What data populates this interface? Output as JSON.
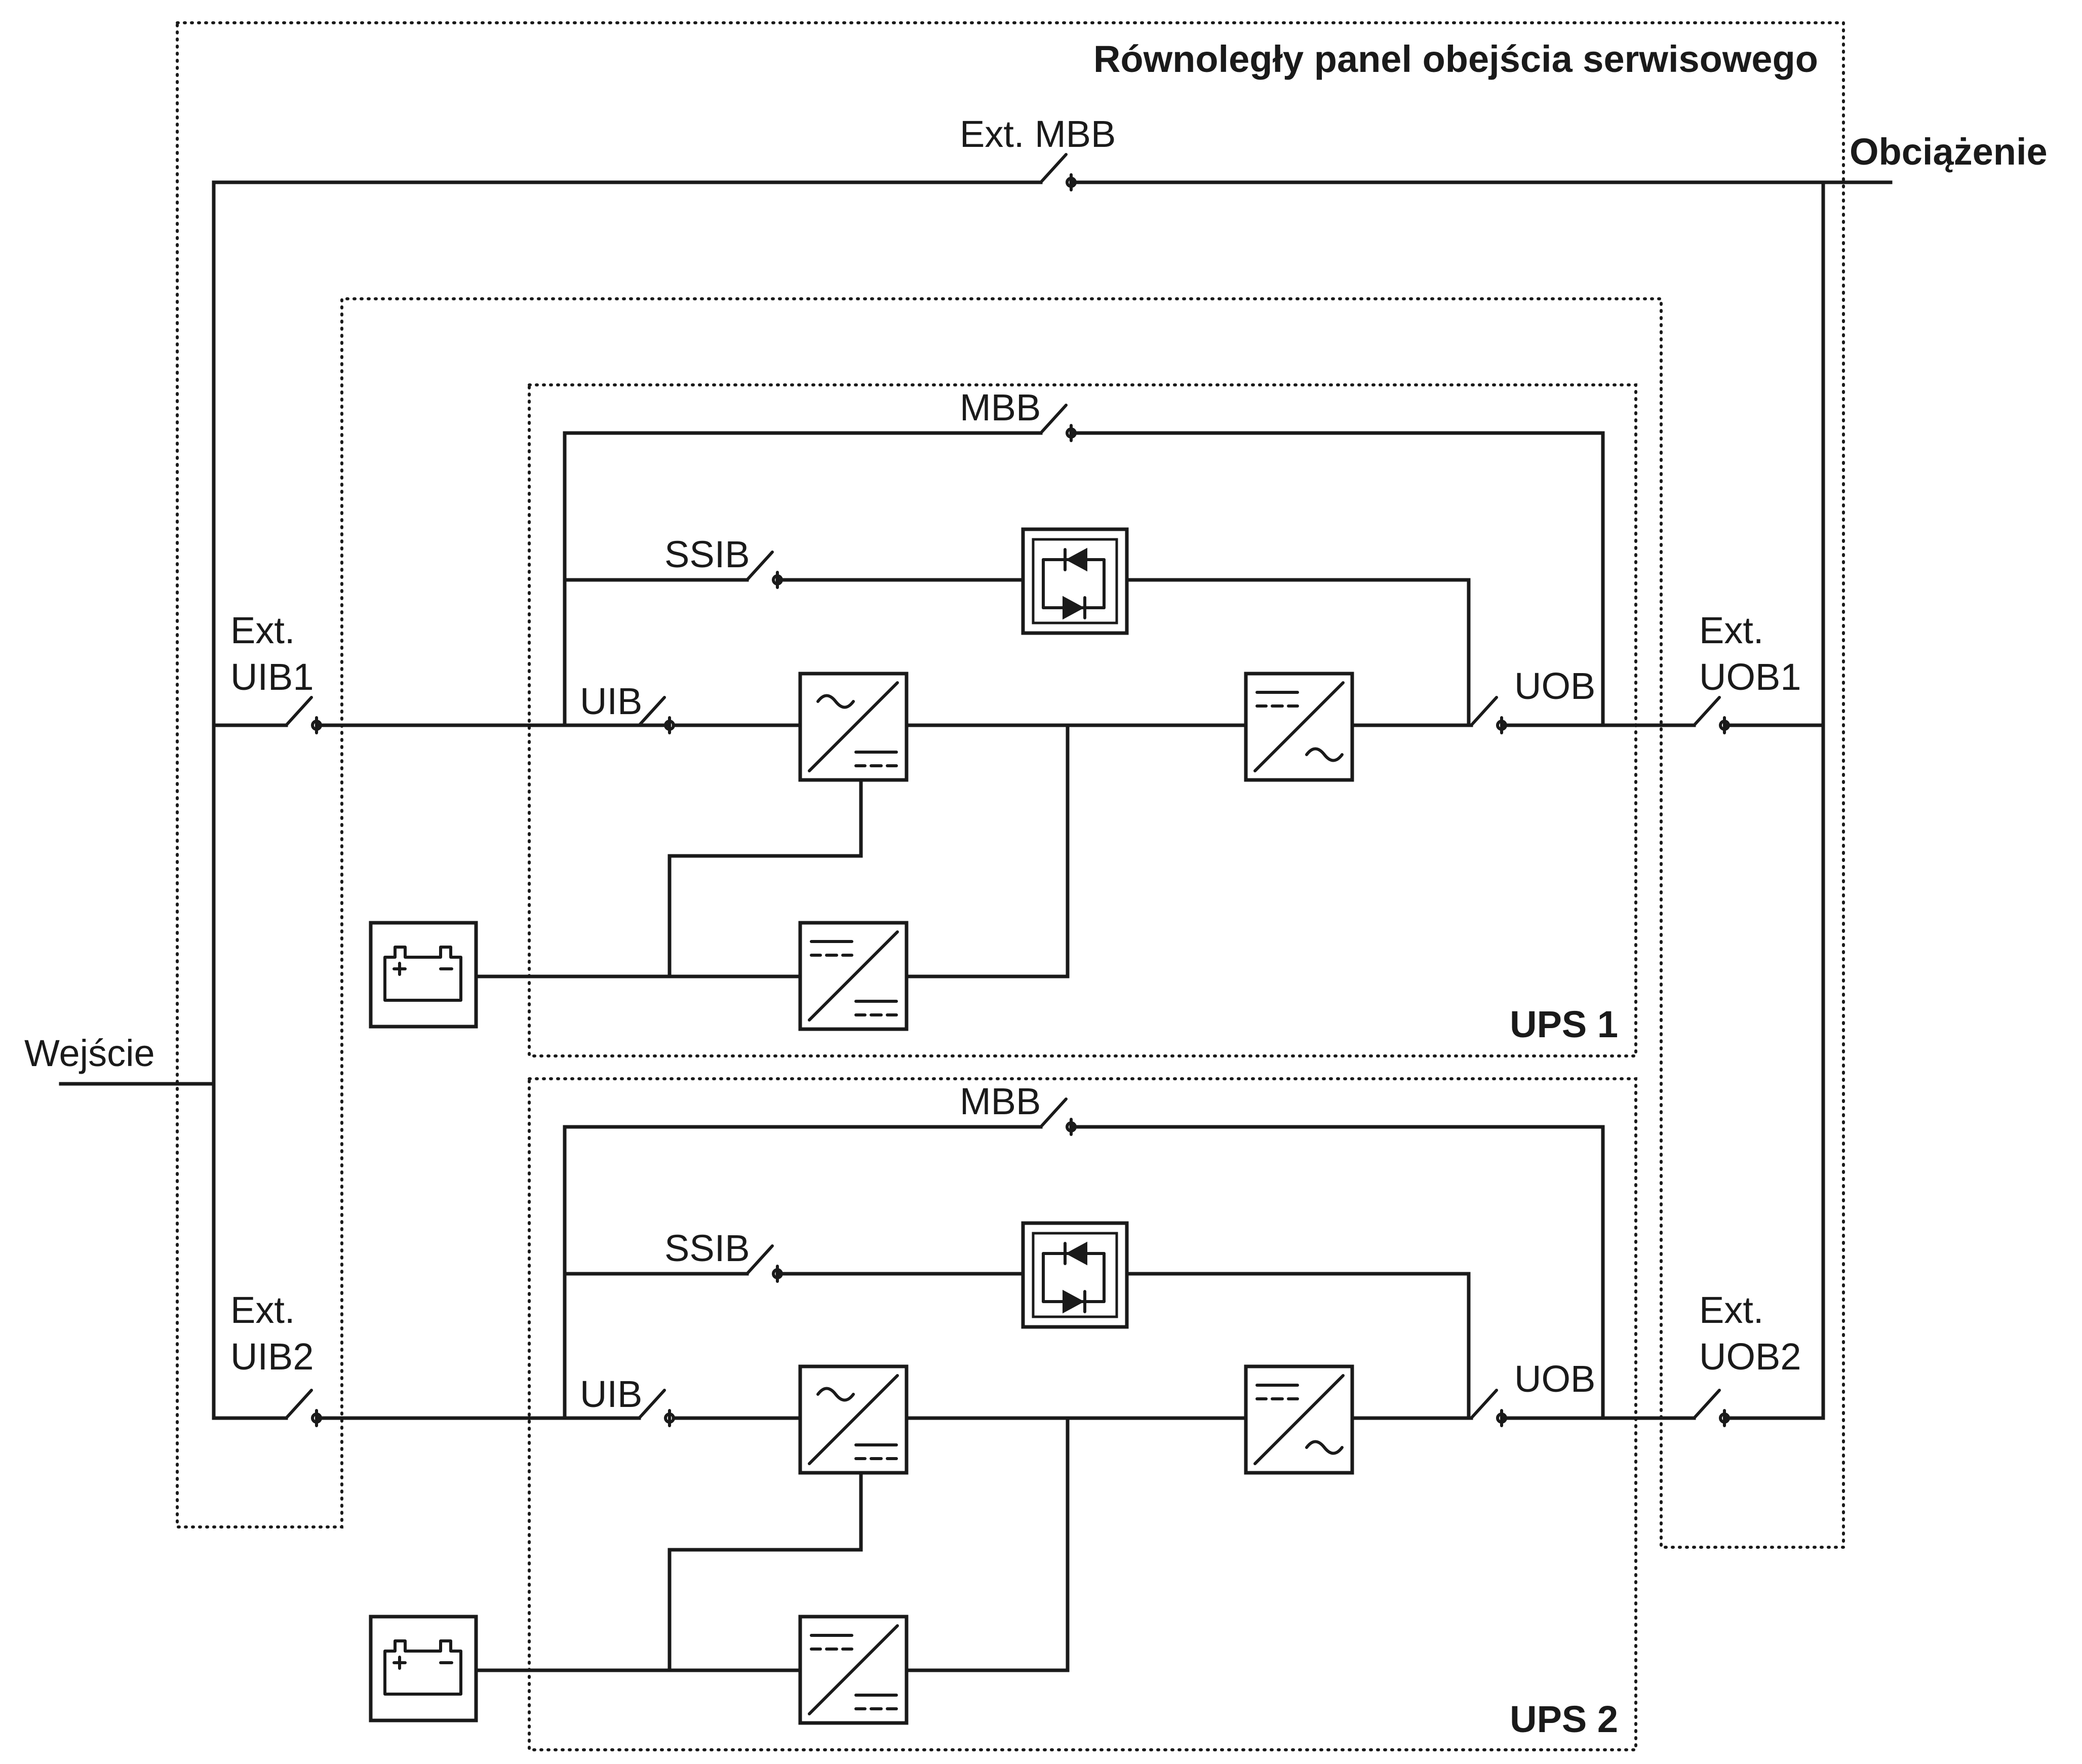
{
  "diagram": {
    "panel_title": "Równoległy panel obejścia serwisowego",
    "input_label": "Wejście",
    "load_label": "Obciążenie",
    "ext_mbb_label": "Ext. MBB",
    "ext_uib1_line1": "Ext.",
    "ext_uib1_line2": "UIB1",
    "ext_uib2_line1": "Ext.",
    "ext_uib2_line2": "UIB2",
    "ext_uob1_line1": "Ext.",
    "ext_uob1_line2": "UOB1",
    "ext_uob2_line1": "Ext.",
    "ext_uob2_line2": "UOB2",
    "ups1": {
      "title": "UPS 1",
      "mbb_label": "MBB",
      "ssib_label": "SSIB",
      "uib_label": "UIB",
      "uob_label": "UOB"
    },
    "ups2": {
      "title": "UPS 2",
      "mbb_label": "MBB",
      "ssib_label": "SSIB",
      "uib_label": "UIB",
      "uob_label": "UOB"
    }
  }
}
